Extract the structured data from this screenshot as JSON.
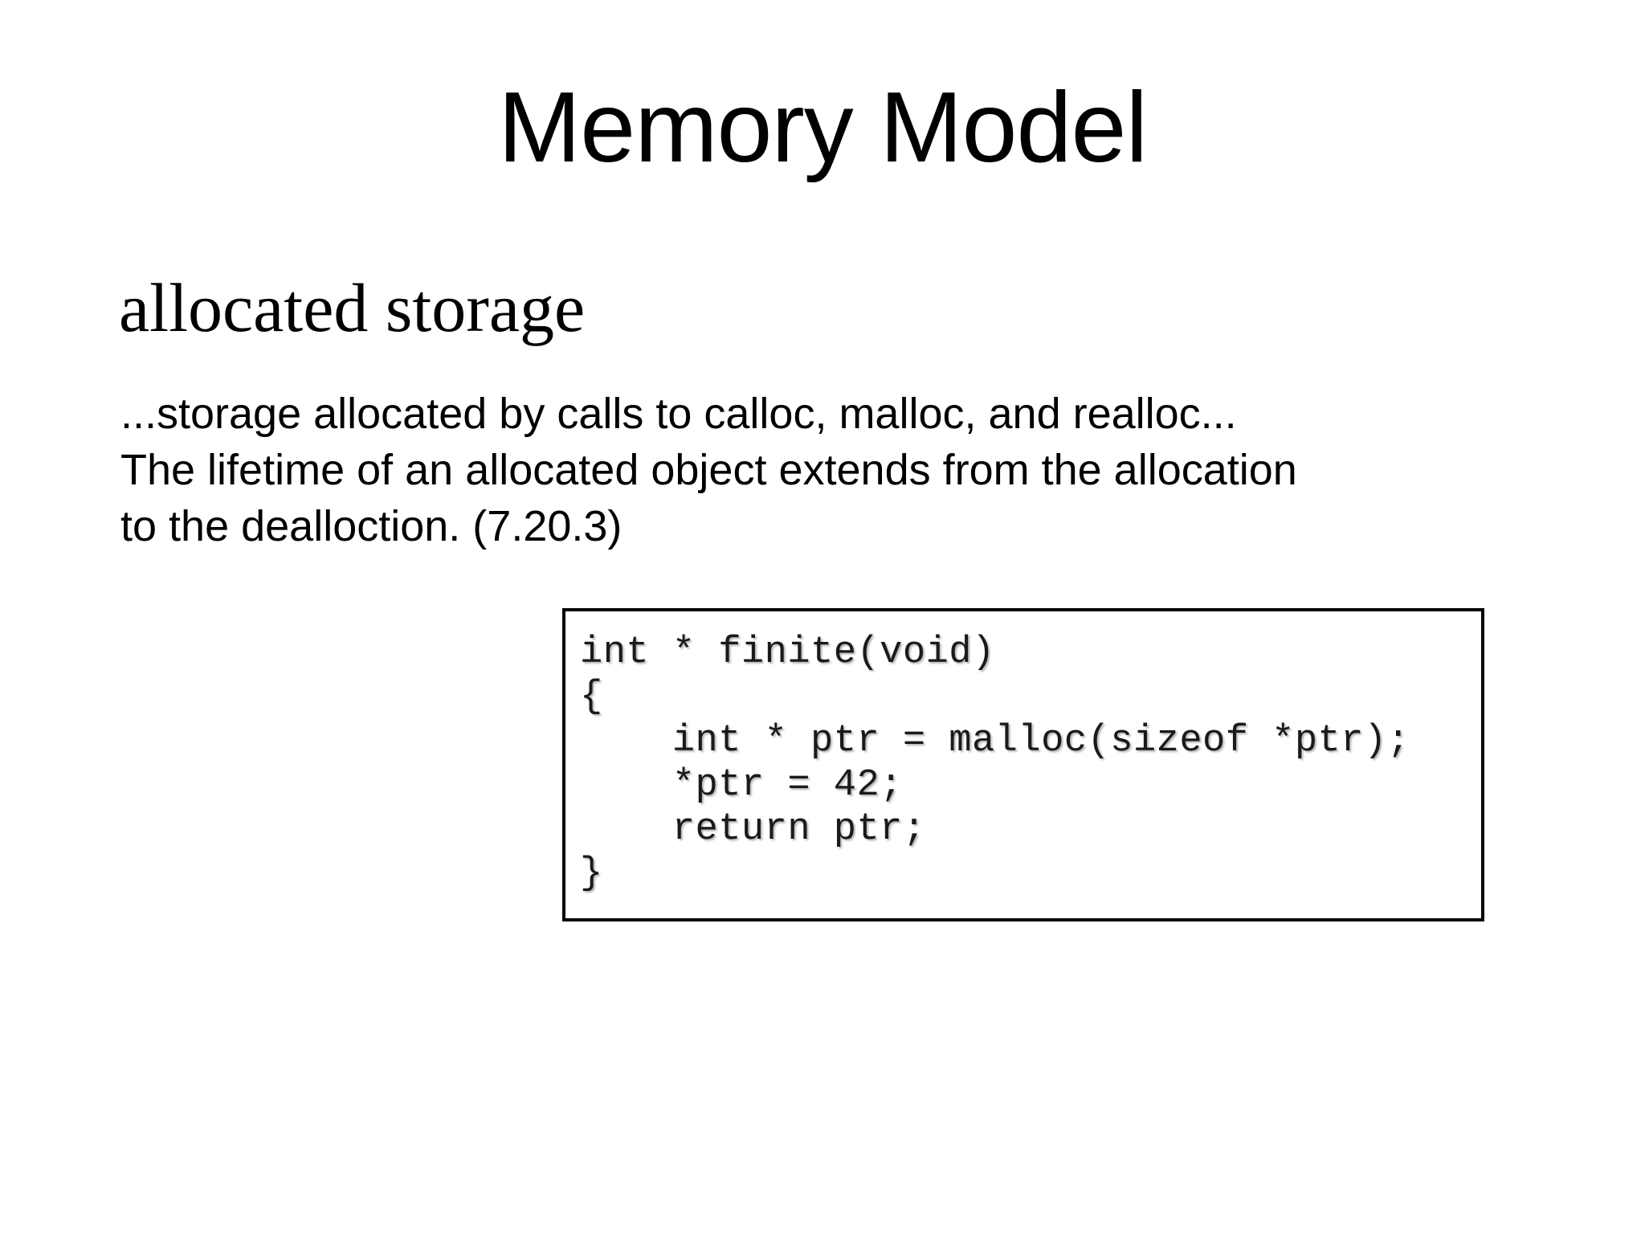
{
  "slide": {
    "title": "Memory Model",
    "background_color": "#ffffff",
    "text_color": "#000000",
    "section_heading": "allocated storage",
    "body": {
      "lines": [
        "...storage allocated by calls to calloc, malloc, and realloc...",
        "The lifetime of an allocated object extends from the allocation",
        "to the dealloction. (7.20.3)"
      ]
    },
    "code_box": {
      "border_color": "#000000",
      "background_color": "#ffffff",
      "lines": [
        "int * finite(void)",
        "{",
        "    int * ptr = malloc(sizeof *ptr);",
        "    *ptr = 42;",
        "    return ptr;",
        "}"
      ]
    }
  }
}
